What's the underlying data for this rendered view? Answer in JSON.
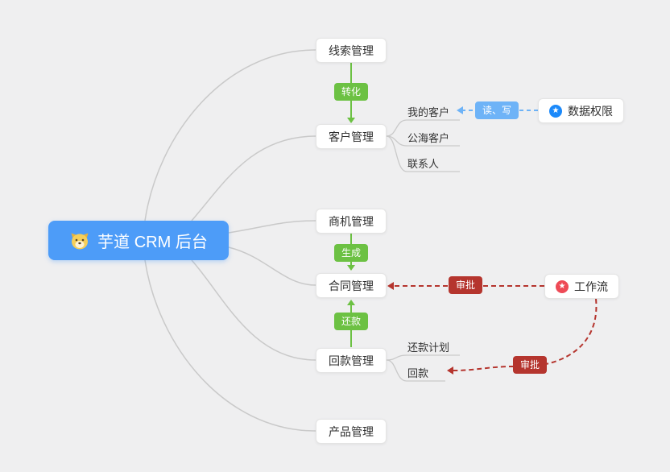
{
  "root": {
    "label": "芋道 CRM 后台",
    "icon": "dog-icon",
    "bg_color": "#4d9cf8"
  },
  "nodes": [
    {
      "id": "lead",
      "label": "线索管理"
    },
    {
      "id": "customer",
      "label": "客户管理"
    },
    {
      "id": "opportunity",
      "label": "商机管理"
    },
    {
      "id": "contract",
      "label": "合同管理"
    },
    {
      "id": "receivable",
      "label": "回款管理"
    },
    {
      "id": "product",
      "label": "产品管理"
    }
  ],
  "subitems": {
    "customer": [
      "我的客户",
      "公海客户",
      "联系人"
    ],
    "receivable": [
      "还款计划",
      "回款"
    ]
  },
  "badges": {
    "convert": {
      "label": "转化",
      "color": "#6cc143"
    },
    "generate": {
      "label": "生成",
      "color": "#6cc143"
    },
    "repay": {
      "label": "还款",
      "color": "#6cc143"
    },
    "read_write": {
      "label": "读、写",
      "color": "#6eb3f7"
    },
    "approve_contract": {
      "label": "审批",
      "color": "#b5352e"
    },
    "approve_receivable": {
      "label": "审批",
      "color": "#b5352e"
    }
  },
  "side_nodes": {
    "data_permission": {
      "label": "数据权限",
      "icon": "star-icon",
      "icon_color": "#1b89fa"
    },
    "workflow": {
      "label": "工作流",
      "icon": "star-icon",
      "icon_color": "#ee4a56"
    }
  },
  "icons": {
    "star_glyph": "★"
  },
  "colors": {
    "background": "#efeff0",
    "edge_gray": "#c9c9c9",
    "arrow_green": "#6cc143",
    "arrow_red": "#b5352e",
    "arrow_blue": "#6eb3f7"
  }
}
